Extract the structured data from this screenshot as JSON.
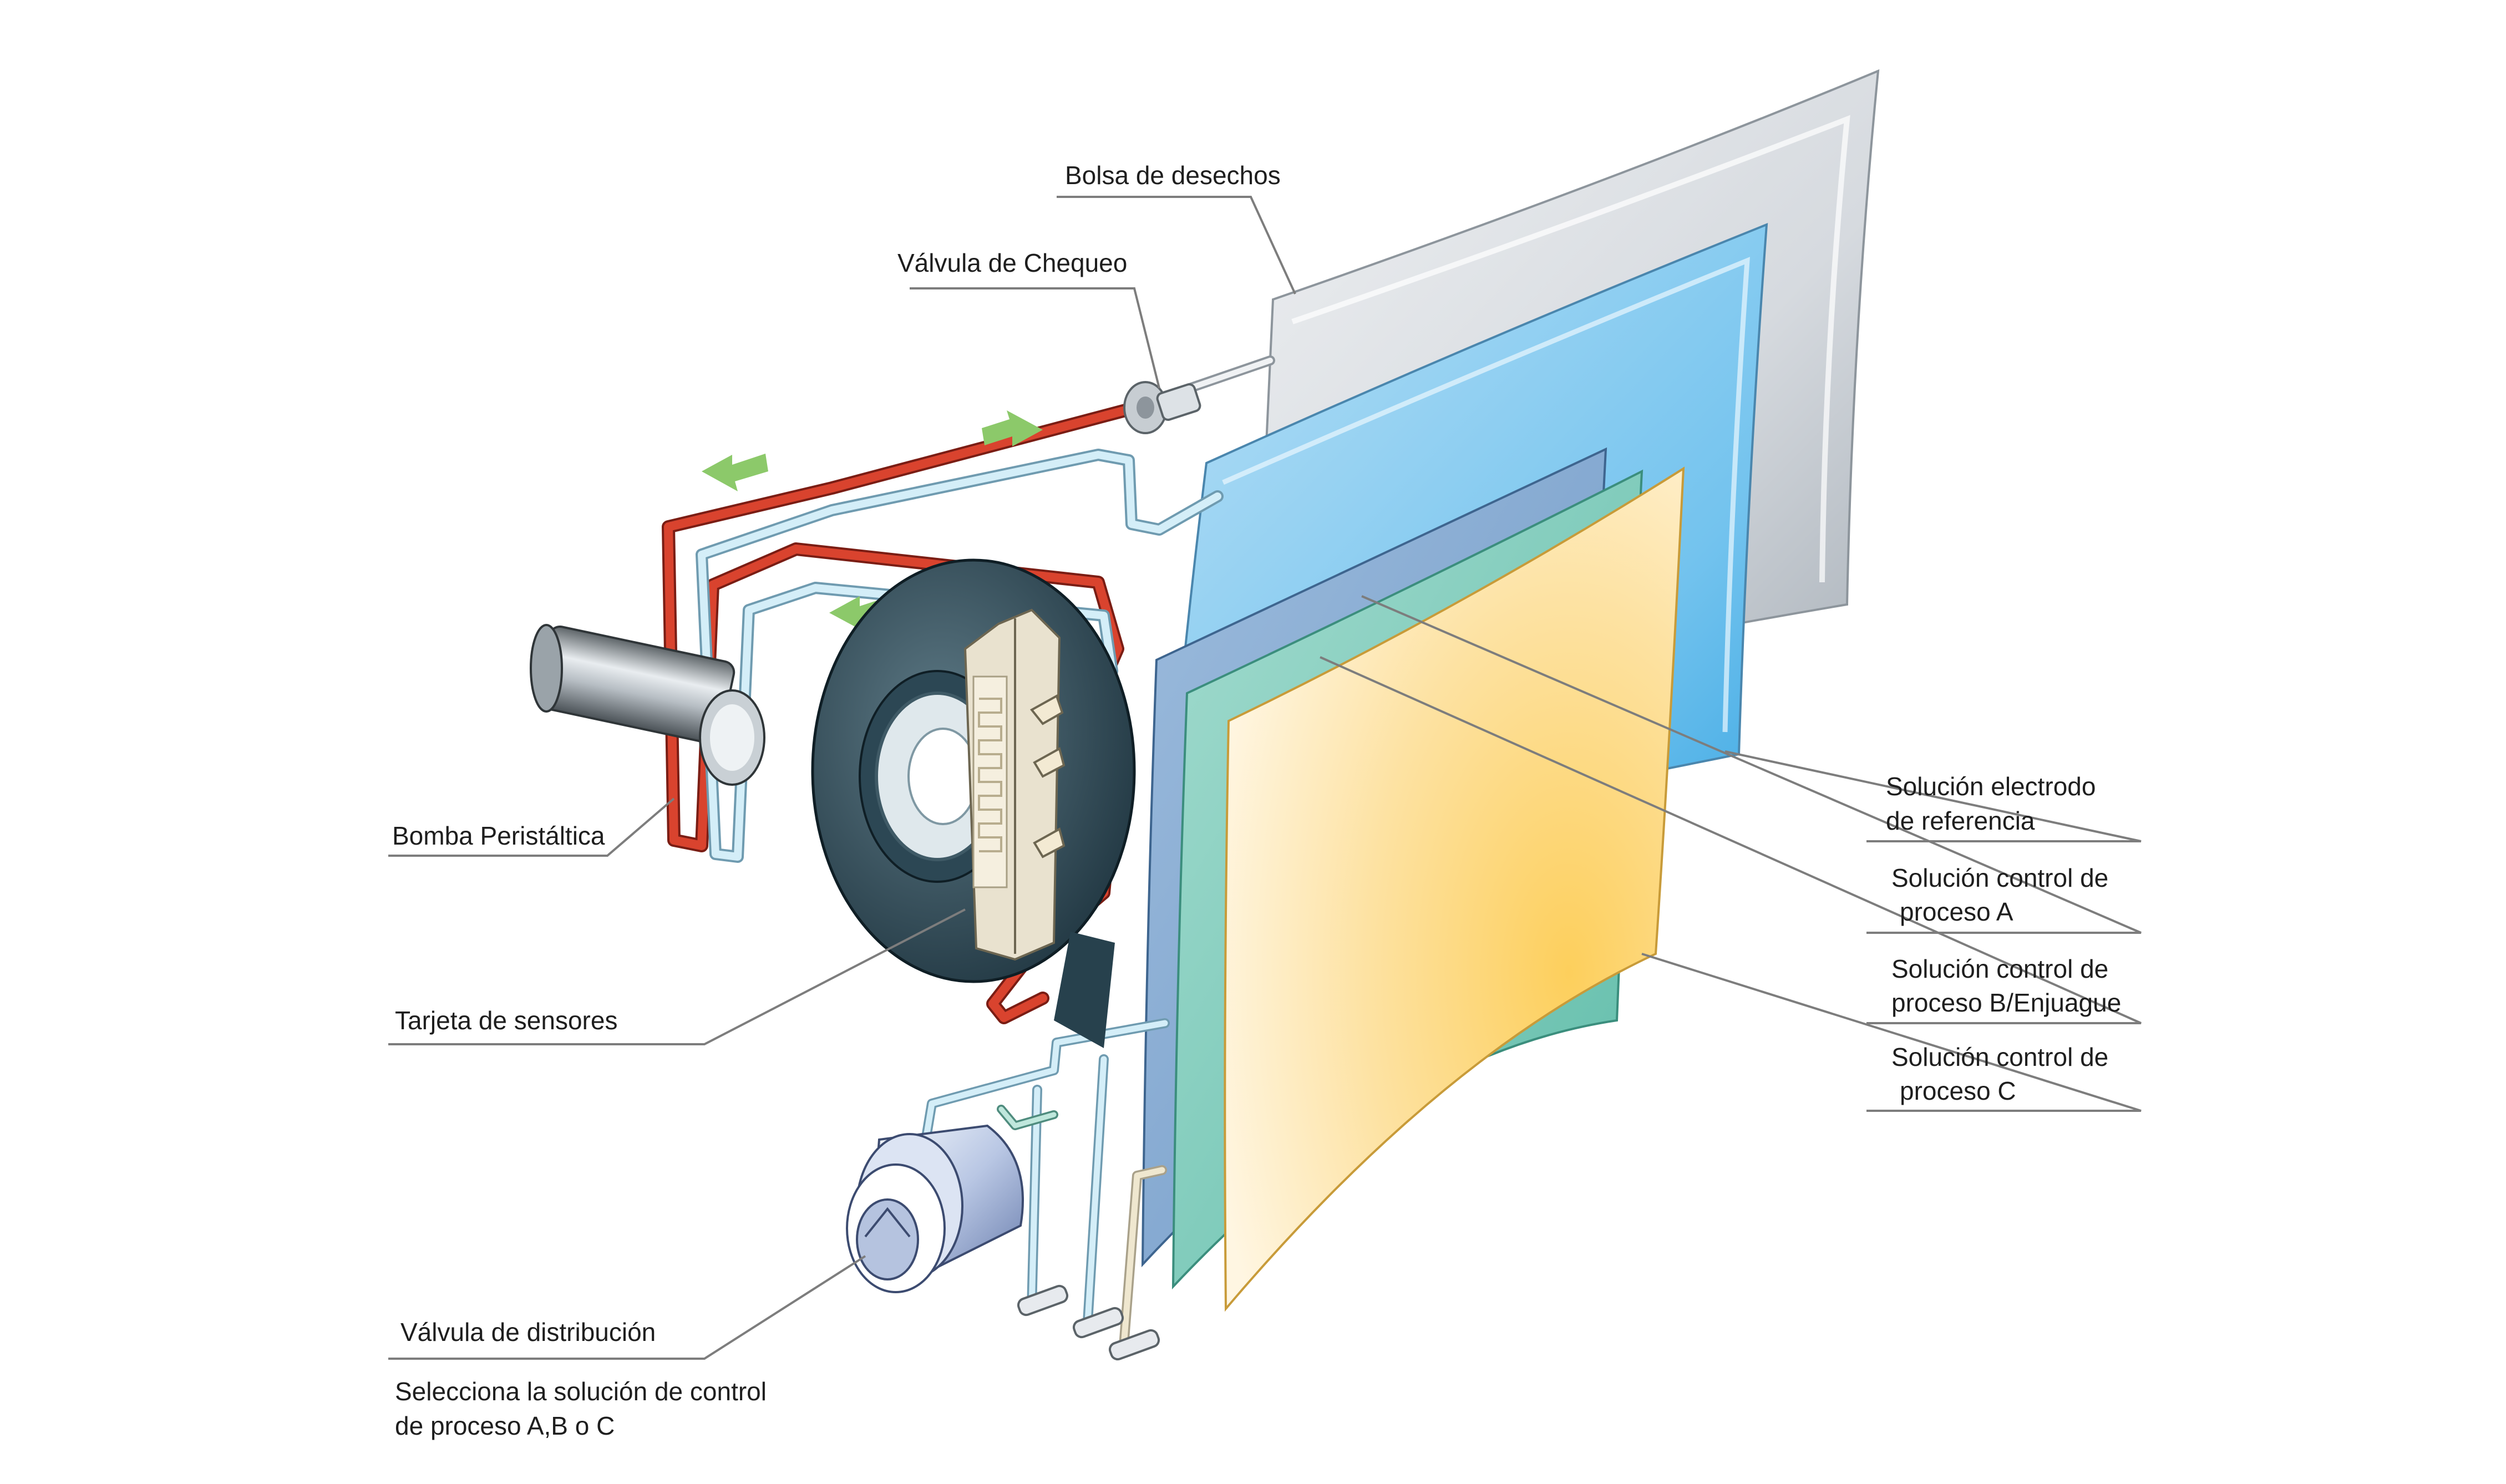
{
  "labels": {
    "waste_bag": "Bolsa de desechos",
    "check_valve": "Válvula de Chequeo",
    "peristaltic_pump": "Bomba Peristáltica",
    "sensor_card": "Tarjeta de sensores",
    "distribution_valve": "Válvula de distribución",
    "distribution_note_1": "Selecciona la solución de control",
    "distribution_note_2": "de proceso A,B o C",
    "reference_solution_1": "Solución electrodo",
    "reference_solution_2": "de referencia",
    "control_a_1": "Solución control de",
    "control_a_2": "proceso A",
    "control_b_1": "Solución control de",
    "control_b_2": "proceso B/Enjuague",
    "control_c_1": "Solución control de",
    "control_c_2": "proceso C"
  },
  "colors": {
    "waste_bag": "#d9dde2",
    "reference_bag": "#7ec6ee",
    "control_a_bag": "#7fa6cf",
    "control_b_bag": "#7fcabb",
    "control_c_bag": "#fbd98a",
    "red_tube": "#d9432e",
    "blue_tube": "#bfe3f2",
    "arrow": "#8cc96a",
    "leader": "#7d7d7d"
  }
}
